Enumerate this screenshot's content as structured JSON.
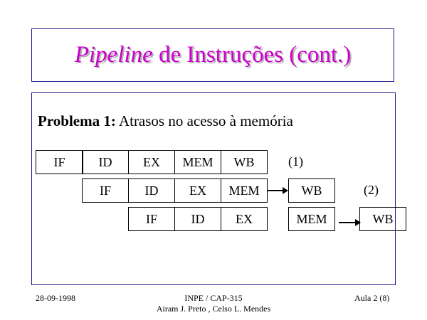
{
  "title": {
    "italic": "Pipeline",
    "rest": " de Instruções (cont.)"
  },
  "problem": {
    "label": "Problema 1:",
    "text": "Atrasos no acesso à memória"
  },
  "rows": [
    {
      "stages": [
        "IF",
        "ID",
        "EX",
        "MEM",
        "WB"
      ],
      "note": "(1)"
    },
    {
      "stages": [
        "IF",
        "ID",
        "EX",
        "MEM",
        "WB"
      ],
      "note": "(2)"
    },
    {
      "stages": [
        "IF",
        "ID",
        "EX",
        "MEM",
        "WB"
      ],
      "note": ""
    }
  ],
  "footer": {
    "date": "28-09-1998",
    "center_line1": "INPE / CAP-315",
    "center_line2": "Airam J. Preto , Celso L. Mendes",
    "page": "Aula 2 (8)"
  },
  "colors": {
    "title": "#cc00cc",
    "frame": "#1a1a8c"
  }
}
